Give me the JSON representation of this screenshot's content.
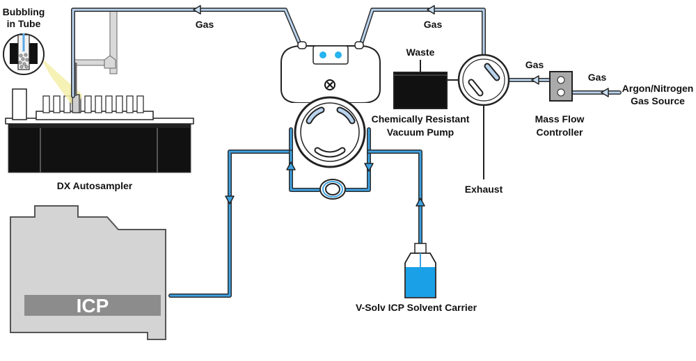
{
  "colors": {
    "gas_line": "#b9d3ee",
    "solvent_line": "#3ea2e0",
    "equipment_dark": "#111111",
    "icp_body": "#d4d4d4",
    "icp_band": "#8c8c8c",
    "solvent_fill": "#1aa0e6",
    "led": "#26b3f0"
  },
  "labels": {
    "bubbling_line1": "Bubbling",
    "bubbling_line2": "in Tube",
    "gas_top_left": "Gas",
    "gas_top_right": "Gas",
    "waste": "Waste",
    "gas_mfc_left": "Gas",
    "gas_mfc_right": "Gas",
    "argon_line1": "Argon/Nitrogen",
    "argon_line2": "Gas Source",
    "pump_line1": "Chemically Resistant",
    "pump_line2": "Vacuum Pump",
    "mfc_line1": "Mass Flow",
    "mfc_line2": "Controller",
    "autosampler": "DX Autosampler",
    "exhaust": "Exhaust",
    "icp": "ICP",
    "solvent": "V-Solv ICP Solvent Carrier"
  },
  "icons": {
    "valve_center": "x-in-circle-icon",
    "flow_direction": "triangle-arrow-icon"
  }
}
